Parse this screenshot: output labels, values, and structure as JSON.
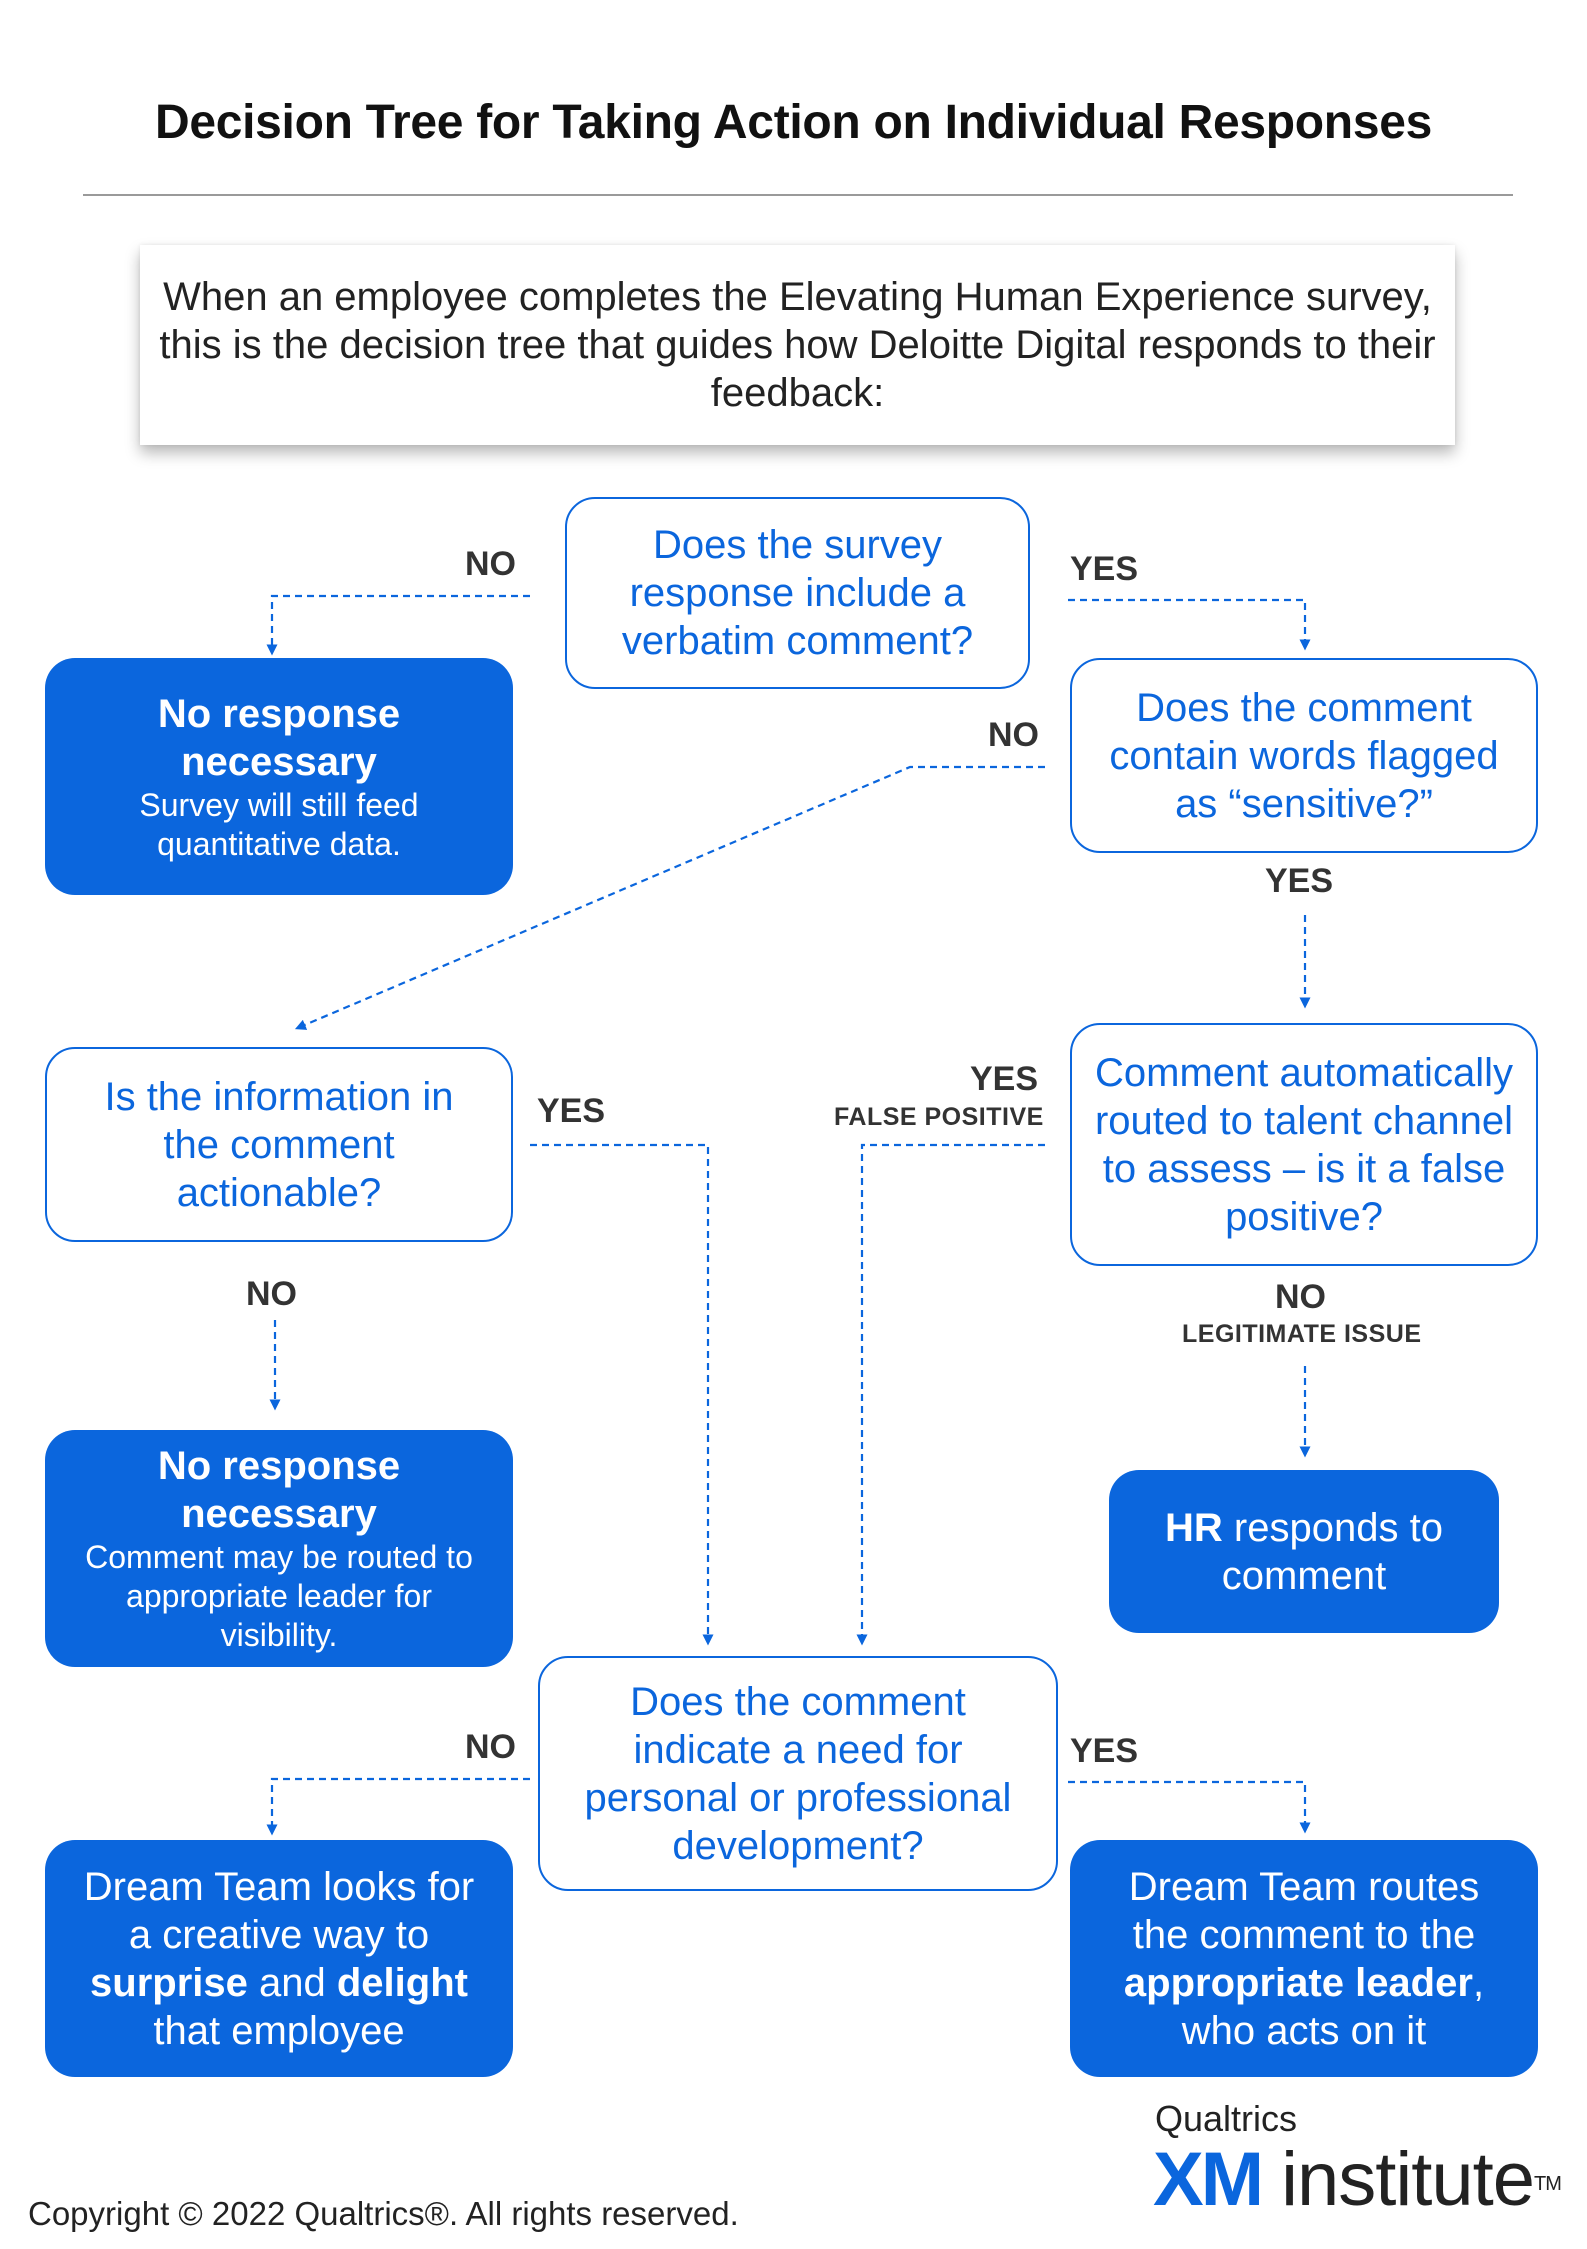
{
  "title": "Decision Tree for Taking Action on Individual Responses",
  "intro": "When an employee completes the Elevating Human Experience survey, this is the decision tree that guides how Deloitte Digital responds to their feedback:",
  "nodes": {
    "q_verbatim": "Does the survey response include a verbatim comment?",
    "a_no_response_1": {
      "heading": "No response necessary",
      "detail": "Survey will still feed quantitative data."
    },
    "q_sensitive": "Does the comment contain words flagged as “sensitive?”",
    "q_actionable": "Is the information in the comment actionable?",
    "q_false_positive": "Comment automatically routed to talent channel to assess –  is it a false positive?",
    "a_no_response_2": {
      "heading": "No response necessary",
      "detail": "Comment may be routed to appropriate leader for visibility."
    },
    "a_hr": {
      "bold": "HR",
      "rest": " responds to comment"
    },
    "q_development": "Does the comment indicate a need for personal or professional development?",
    "a_surprise": {
      "part1": "Dream Team looks for a creative way to ",
      "bold1": "surprise",
      "part2": " and ",
      "bold2": "delight",
      "part3": " that employee"
    },
    "a_leader": {
      "part1": "Dream Team routes the comment to the ",
      "bold": "appropriate leader",
      "part2": ", who acts on it"
    }
  },
  "labels": {
    "no_verbatim": "NO",
    "yes_verbatim": "YES",
    "no_sensitive": "NO",
    "yes_sensitive": "YES",
    "yes_actionable": "YES",
    "no_actionable": "NO",
    "yes_false_positive": "YES",
    "yes_false_positive_sub": "FALSE POSITIVE",
    "no_legitimate": "NO",
    "no_legitimate_sub": "LEGITIMATE ISSUE",
    "no_development": "NO",
    "yes_development": "YES"
  },
  "logo": {
    "company": "Qualtrics",
    "xm": "XM",
    "institute": "institute",
    "tm": "TM"
  },
  "copyright": "Copyright © 2022 Qualtrics®.  All rights reserved.",
  "colors": {
    "brand_blue": "#0b66dd",
    "text_dark": "#1a1a1a",
    "label_gray": "#333333"
  }
}
